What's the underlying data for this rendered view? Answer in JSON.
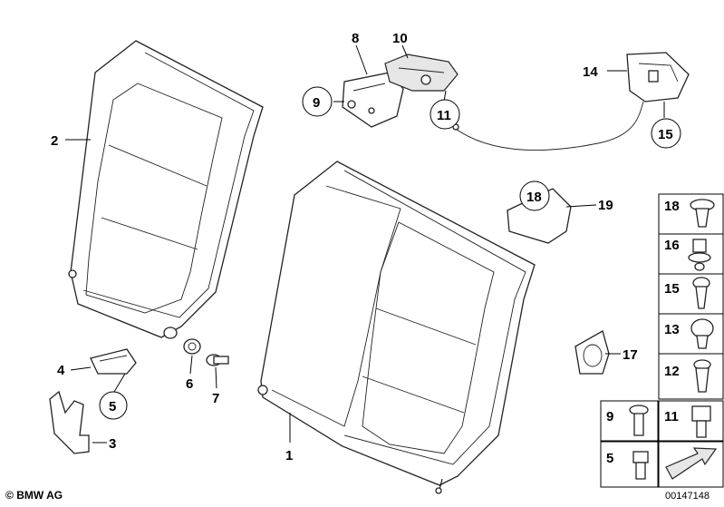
{
  "diagram": {
    "callouts": [
      "1",
      "2",
      "3",
      "4",
      "5",
      "6",
      "7",
      "8",
      "9",
      "10",
      "11",
      "12",
      "13",
      "14",
      "15",
      "16",
      "17",
      "18",
      "19"
    ],
    "legend": {
      "right_column": [
        "18",
        "16",
        "15",
        "13",
        "12"
      ],
      "bottom_pairs": [
        [
          "9",
          "11"
        ],
        [
          "5",
          ""
        ]
      ]
    }
  },
  "footer": {
    "brand": "BMW AG",
    "doc_number": "00147148"
  }
}
